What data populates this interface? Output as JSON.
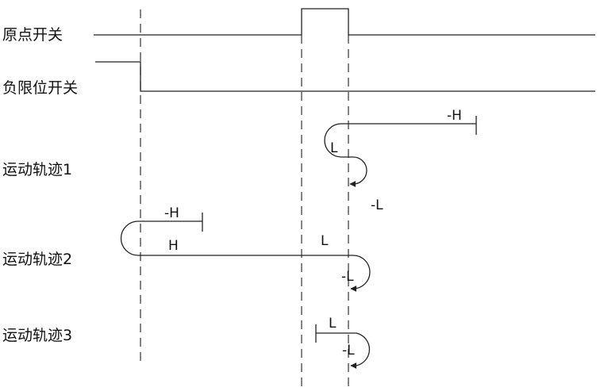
{
  "rows": {
    "origin_switch": "原点开关",
    "negative_limit_switch": "负限位开关",
    "trajectory_1": "运动轨迹1",
    "trajectory_2": "运动轨迹2",
    "trajectory_3": "运动轨迹3"
  },
  "marks": {
    "t1_neg_h": "-H",
    "t1_l": "L",
    "t1_neg_l": "-L",
    "t2_neg_h": "-H",
    "t2_h": "H",
    "t2_l": "L",
    "t2_neg_l": "-L",
    "t3_l": "L",
    "t3_neg_l": "-L"
  },
  "colors": {
    "line": "#222222",
    "text": "#111111",
    "background": "#ffffff"
  }
}
